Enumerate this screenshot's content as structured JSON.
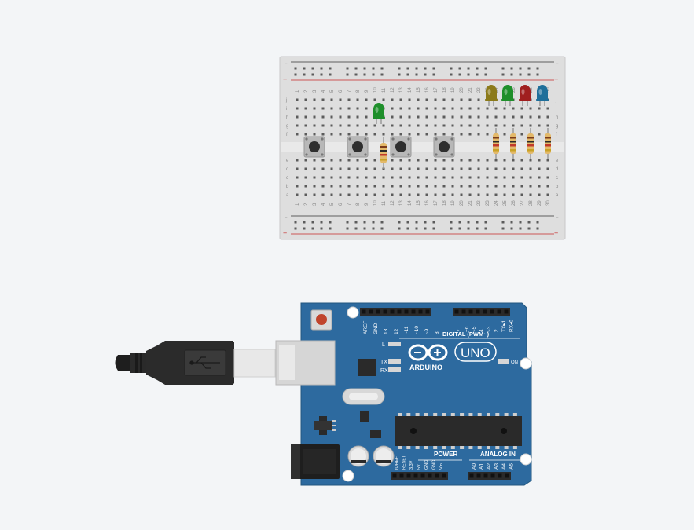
{
  "breadboard": {
    "rail_minus": "−",
    "rail_plus": "+",
    "row_letters_top": [
      "j",
      "i",
      "h",
      "g",
      "f"
    ],
    "row_letters_bottom": [
      "e",
      "d",
      "c",
      "b",
      "a"
    ],
    "column_numbers": [
      "1",
      "2",
      "3",
      "4",
      "5",
      "6",
      "7",
      "8",
      "9",
      "10",
      "11",
      "12",
      "13",
      "14",
      "15",
      "16",
      "17",
      "18",
      "19",
      "20",
      "21",
      "22",
      "23",
      "24",
      "25",
      "26",
      "27",
      "28",
      "29",
      "30"
    ]
  },
  "components": {
    "leds": [
      {
        "color": "#1e8f2a"
      },
      {
        "color": "#8b7a1a"
      },
      {
        "color": "#1e8f2a"
      },
      {
        "color": "#a01f1f"
      },
      {
        "color": "#1f6f9a"
      }
    ],
    "buttons": 4,
    "resistors": 5
  },
  "arduino": {
    "brand": "ARDUINO",
    "model": "UNO",
    "digital_header_label": "DIGITAL (PWM~)",
    "power_label": "POWER",
    "analog_label": "ANALOG IN",
    "led_l": "L",
    "led_tx": "TX",
    "led_rx": "RX",
    "led_on": "ON",
    "digital_pins_left": [
      "AREF",
      "GND",
      "13",
      "12",
      "~11",
      "~10",
      "~9",
      "8"
    ],
    "digital_pins_right": [
      "7",
      "~6",
      "~5",
      "4",
      "~3",
      "2",
      "TX▸1",
      "RX◂0"
    ],
    "power_pins": [
      "IOREF",
      "RESET",
      "3.3V",
      "5V",
      "GND",
      "GND",
      "Vin"
    ],
    "analog_pins": [
      "A0",
      "A1",
      "A2",
      "A3",
      "A4",
      "A5"
    ],
    "colors": {
      "board": "#2d6a9f",
      "usb_cable": "#2a2a2a"
    }
  }
}
